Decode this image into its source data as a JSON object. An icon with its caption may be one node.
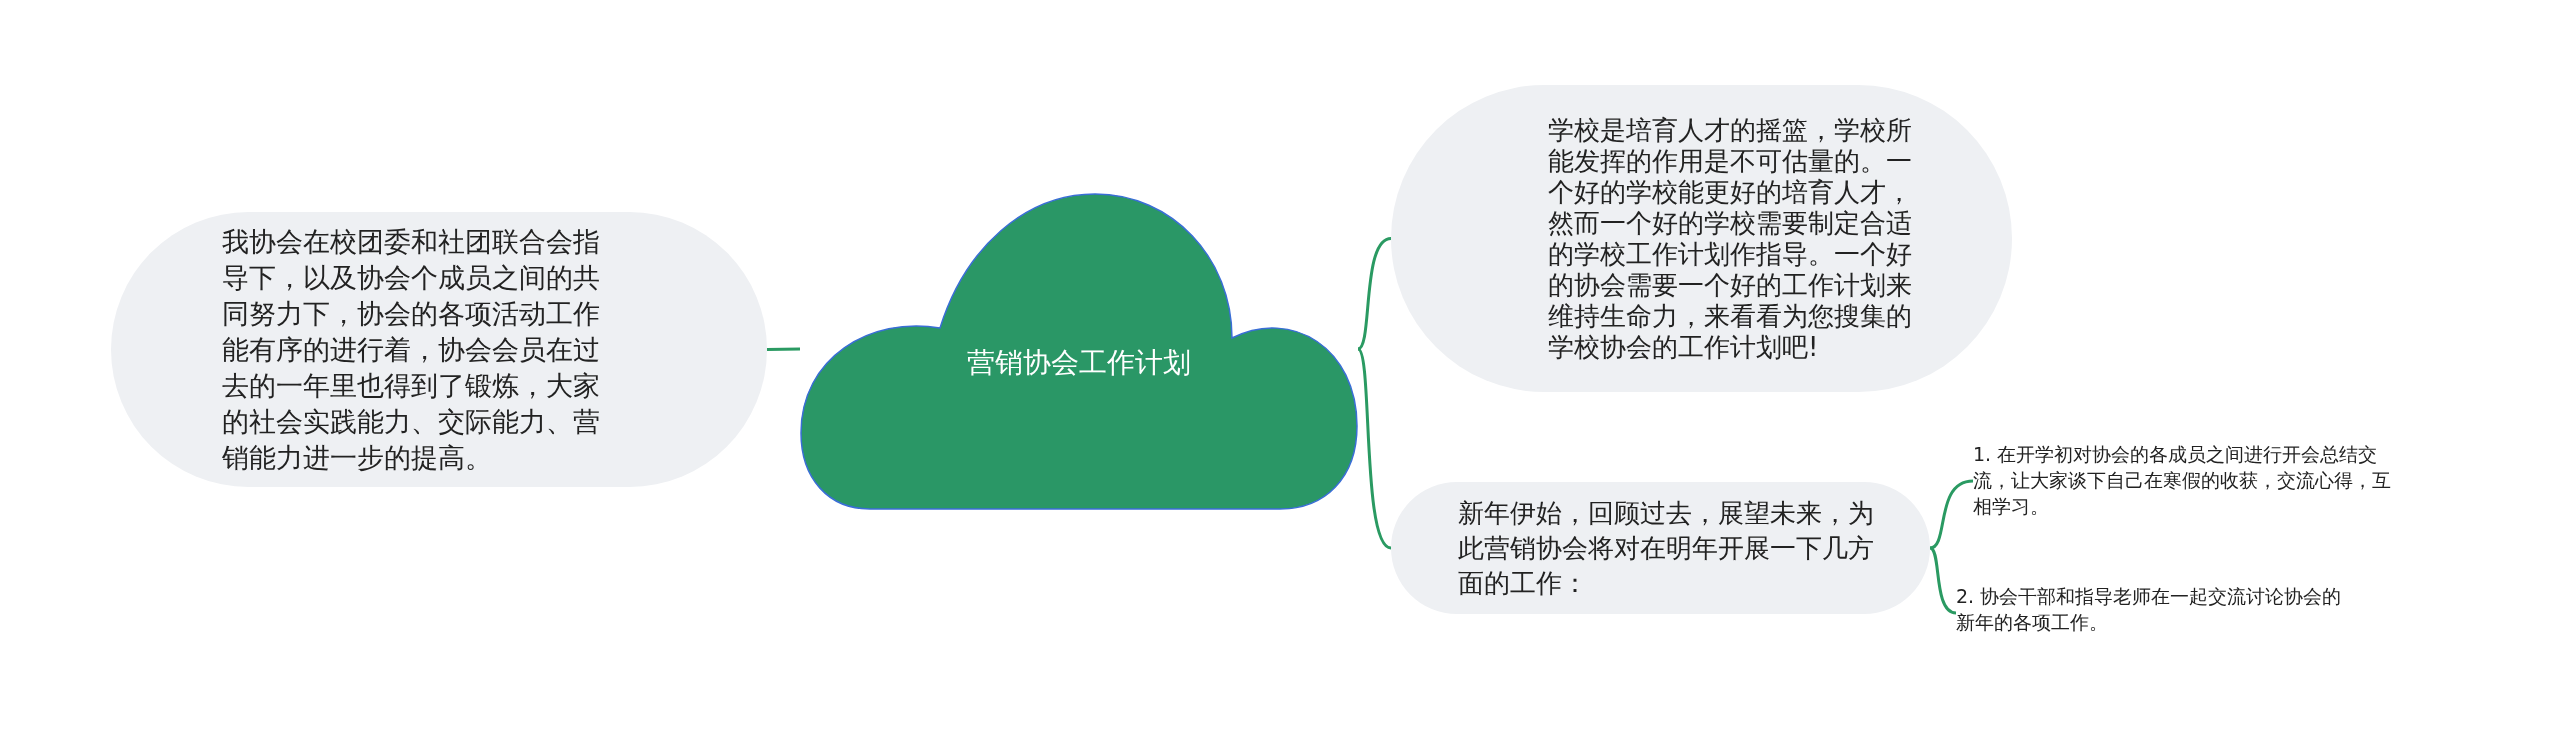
{
  "diagram": {
    "nodes": [
      {
        "text": [
          "营销协会工作计划"
        ]
      },
      {
        "text": [
          "我协会在校团委和社团联合会指导下，以及协会个成员之间的共同努力下，协会的各项活动工作能有序的进行着，协会会员在过去的一年里也得到了锻炼，大家的社会实践能力、交际能力、营销能力进一步的提高。"
        ]
      },
      {
        "text": [
          "学校是培育人才的摇篮，学校所能发挥的作用是不可估量的。一个好的学校能更好的培育人才，然而一个好的学校需要制定合适的学校工作计划作指导。一个好的协会需要一个好的工作计划来维持生命力，来看看为您搜集的学校协会的工作计划吧!"
        ]
      },
      {
        "text": [
          "新年伊始，回顾过去，展望未来，为此营销协会将对在明年开展一下几方面的工作："
        ]
      },
      {
        "text": [
          "1. 在开学初对协会的各成员之间进行开会总结交流，让大家谈下自己在寒假的收获，交流心得，互相学习。"
        ]
      },
      {
        "text": [
          "2. 协会干部和指导老师在一起交流讨论协会的新年的各项工作。"
        ]
      }
    ],
    "edges": [
      {
        "from": 0,
        "to": 1,
        "arrow": "none"
      },
      {
        "from": 0,
        "to": 2,
        "arrow": "none"
      },
      {
        "from": 0,
        "to": 3,
        "arrow": "none"
      },
      {
        "from": 3,
        "to": 4,
        "arrow": "none"
      },
      {
        "from": 3,
        "to": 5,
        "arrow": "none"
      }
    ]
  }
}
